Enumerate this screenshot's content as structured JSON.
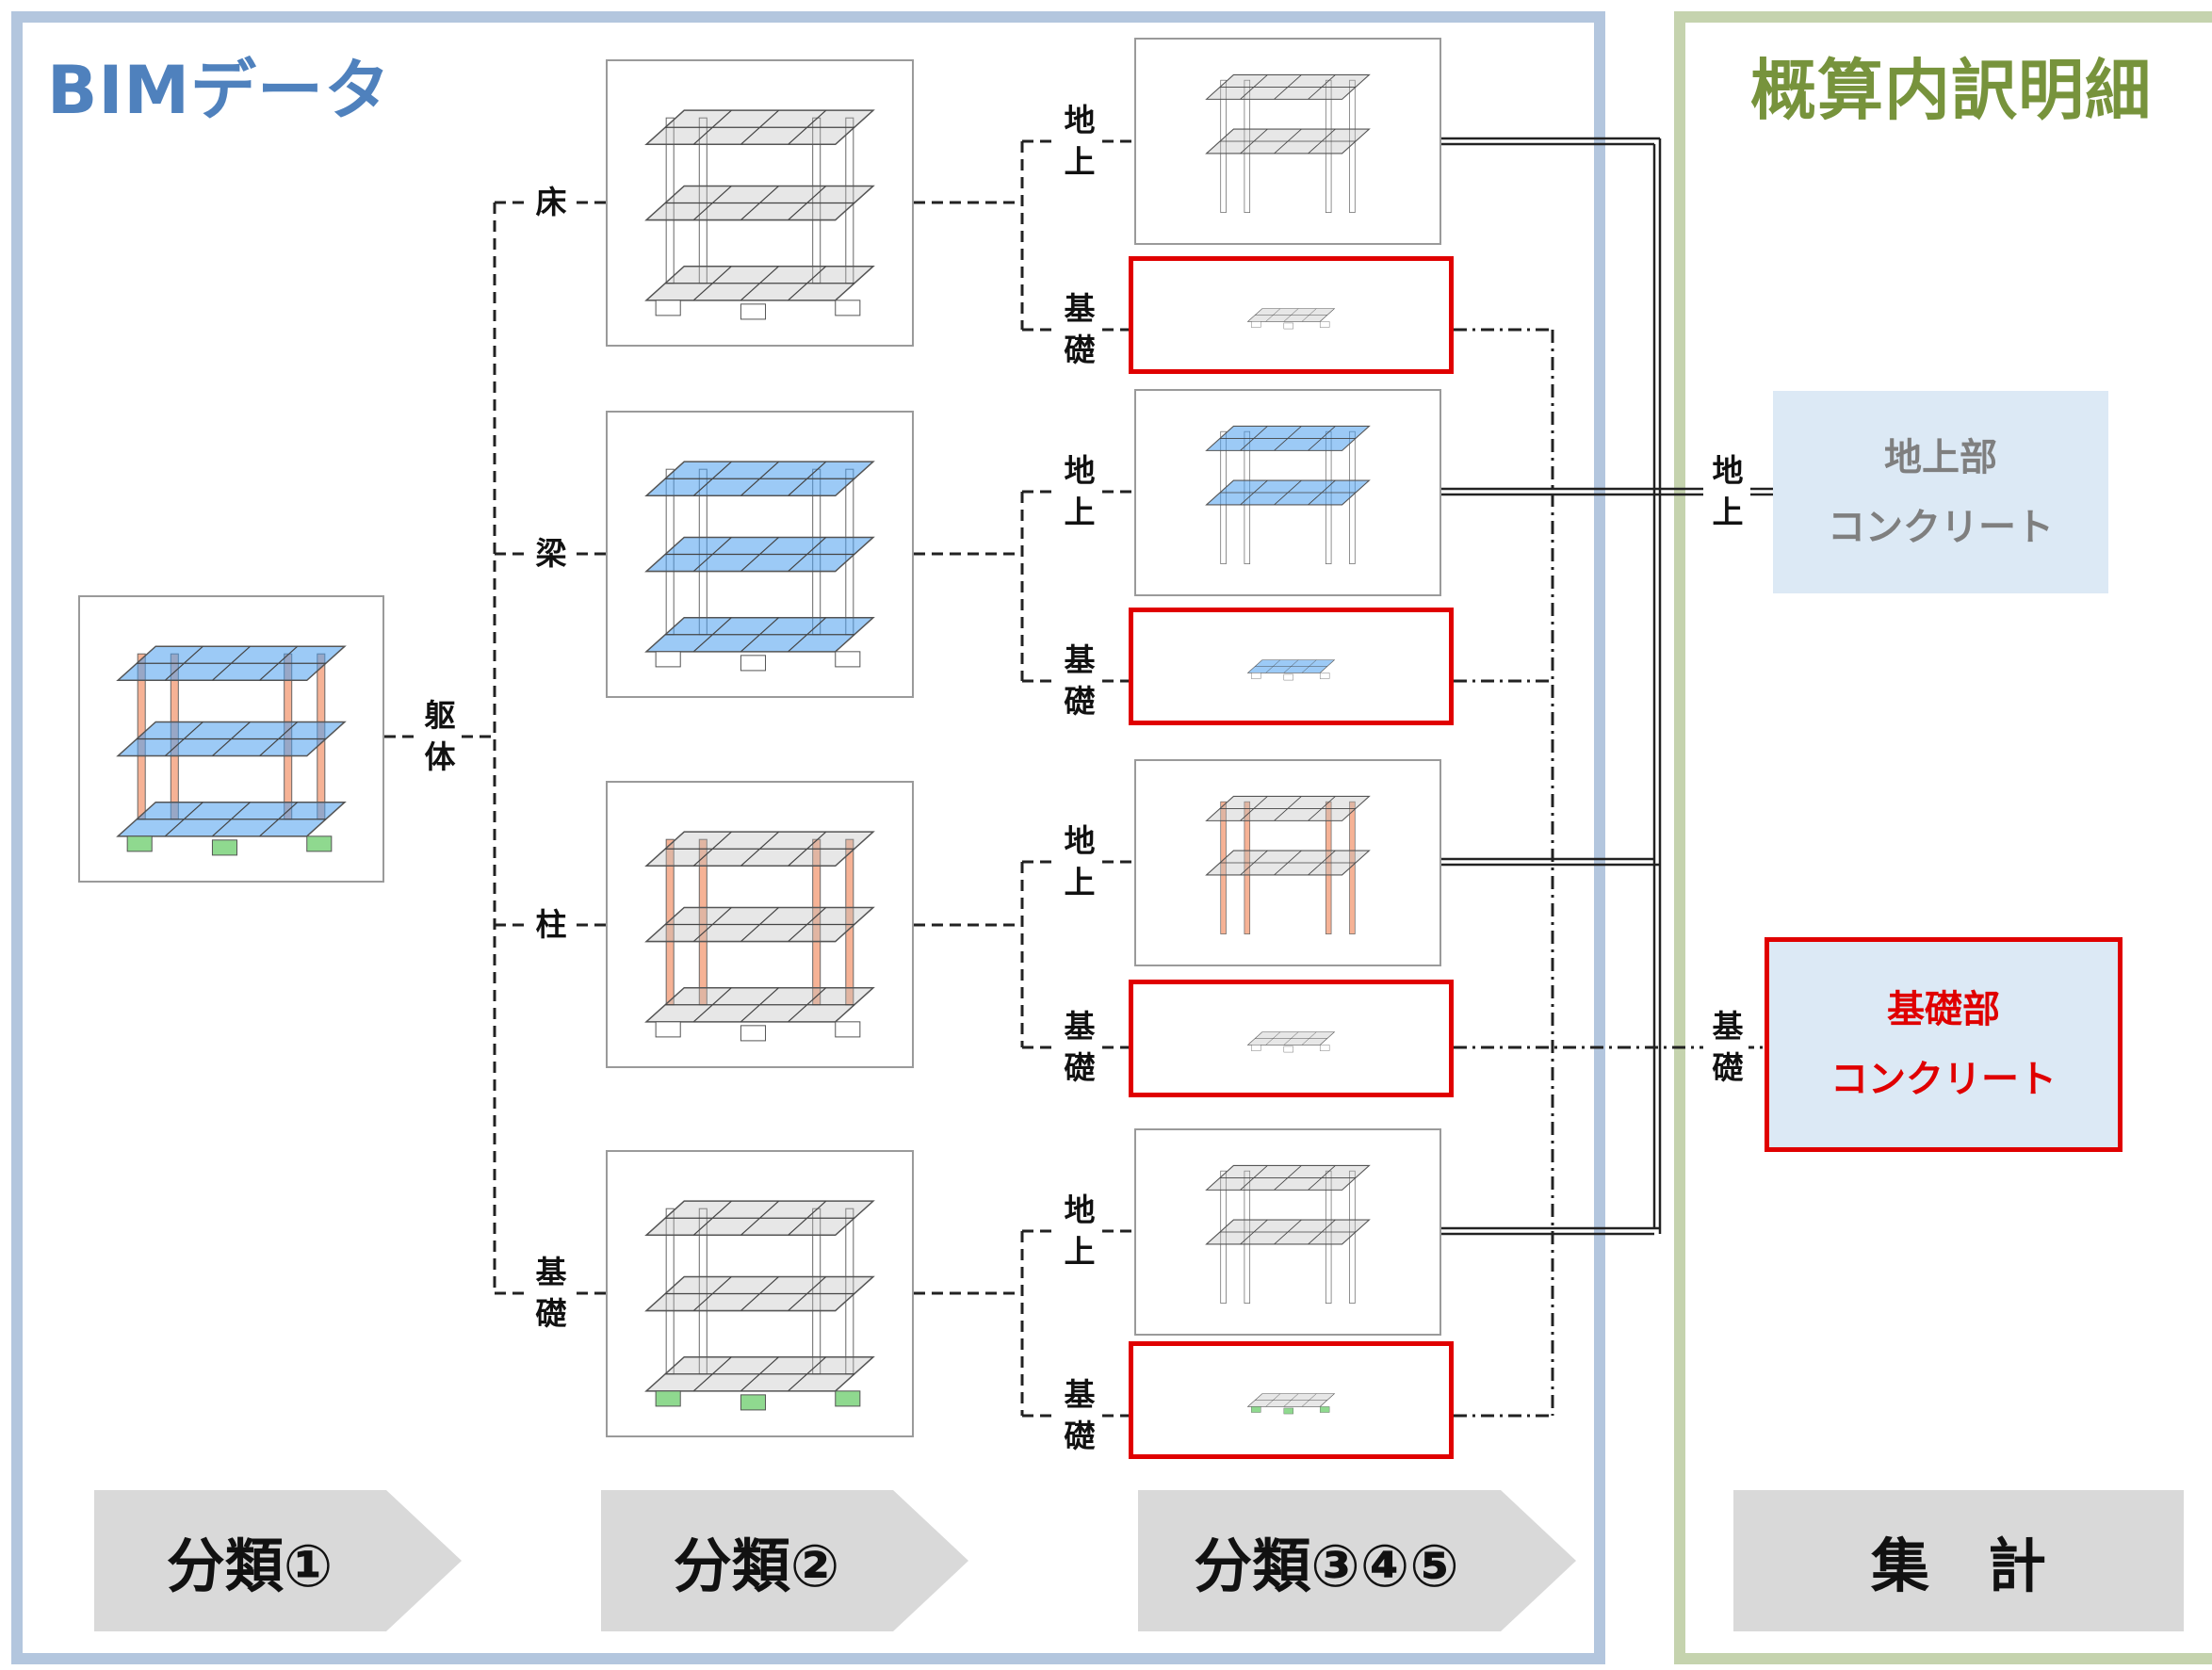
{
  "bim_title": "BIMデータ",
  "estimate_title": "概算内訳明細",
  "level1_label": "躯\n体",
  "level2_labels": [
    "床",
    "梁",
    "柱",
    "基\n礎"
  ],
  "level3_labels": {
    "above": "地\n上",
    "foundation": "基\n礎"
  },
  "aggregate_labels": {
    "above": "地\n上",
    "foundation": "基\n礎"
  },
  "results": {
    "above_line1": "地上部",
    "above_line2": "コンクリート",
    "foundation_line1": "基礎部",
    "foundation_line2": "コンクリート"
  },
  "steps": [
    "分類①",
    "分類②",
    "分類③④⑤",
    "集　計"
  ],
  "colors": {
    "bim_border": "#b3c6de",
    "estimate_border": "#c5d3ae",
    "bim_title": "#4f81bd",
    "estimate_title": "#77933c",
    "highlight": "#e00000",
    "beam": "#4a9eee",
    "column": "#f4a582",
    "footing": "#8fd98f"
  },
  "models": {
    "full": "frame-all-elements",
    "floor": "frame-floor-slabs",
    "beam": "frame-beams-highlighted",
    "column": "frame-columns-highlighted",
    "foundation": "frame-footings-highlighted"
  }
}
